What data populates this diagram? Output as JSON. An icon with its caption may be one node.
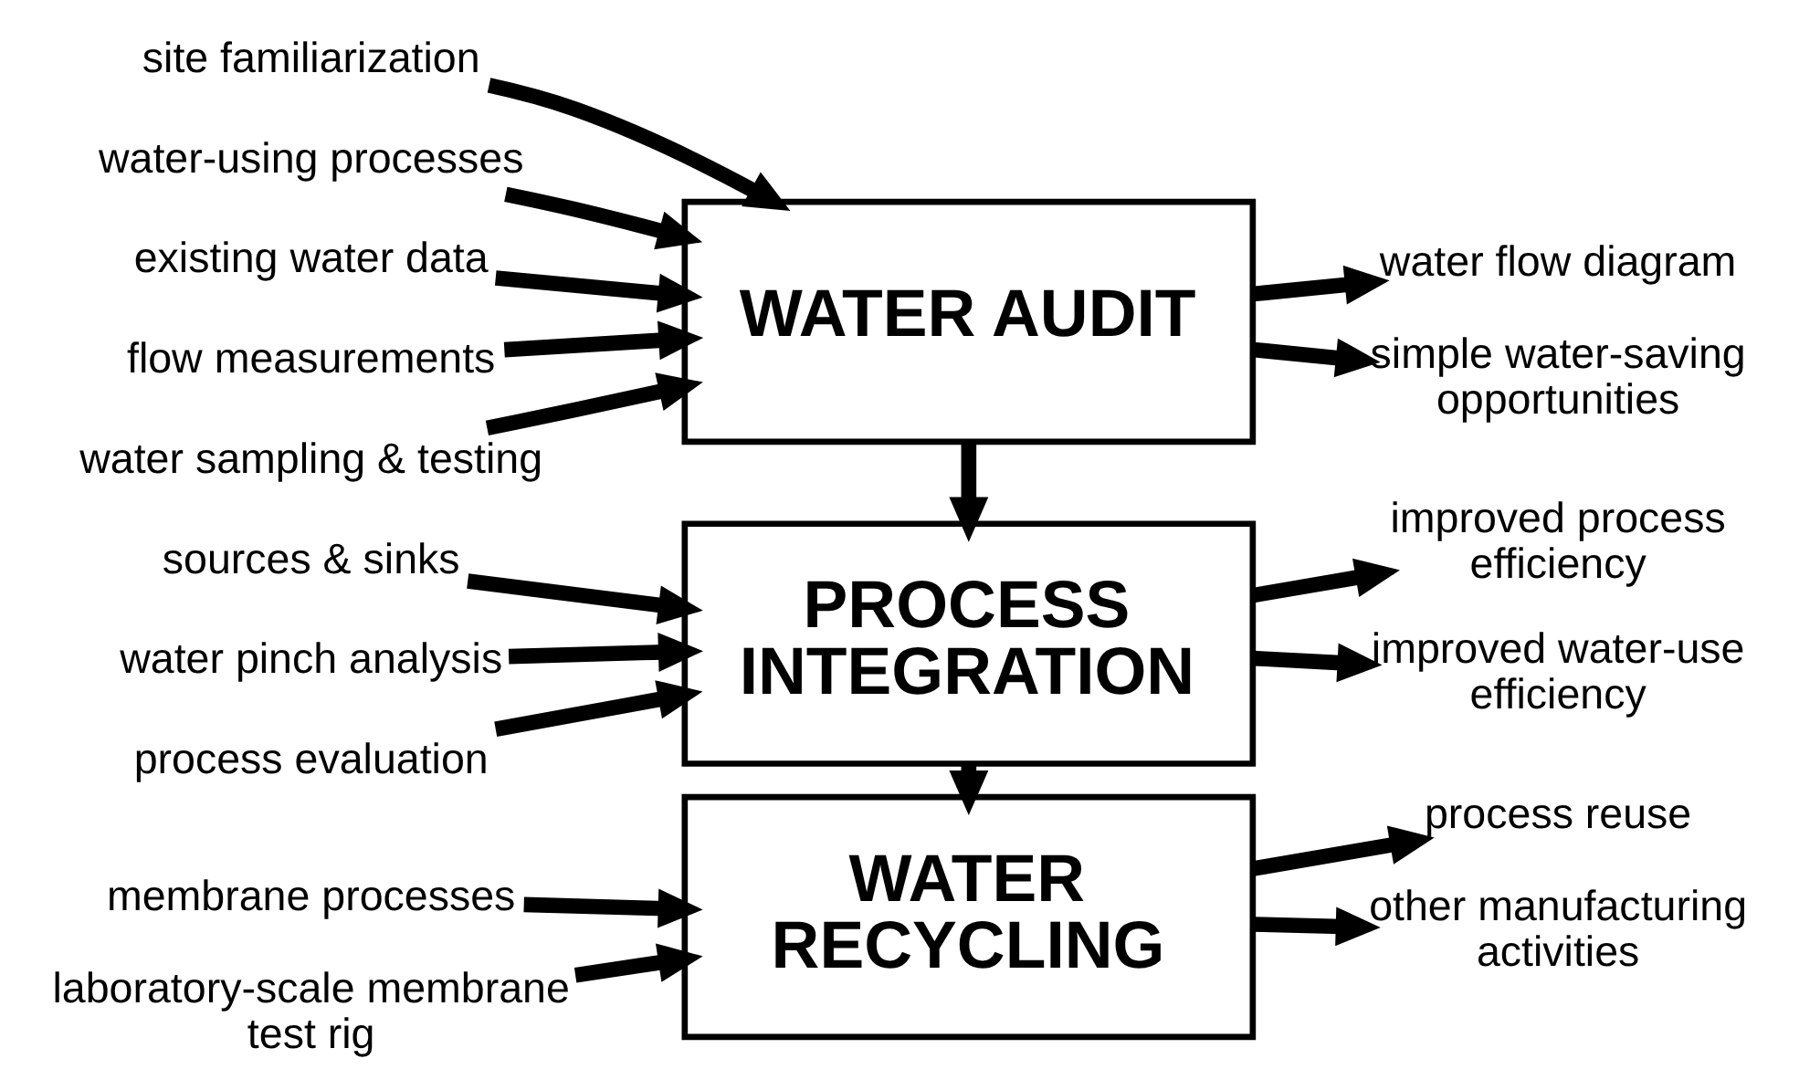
{
  "diagram": {
    "nodes": [
      {
        "text": [
          "site familiarization"
        ]
      },
      {
        "text": [
          "water-using processes"
        ]
      },
      {
        "text": [
          "existing water data"
        ]
      },
      {
        "text": [
          "flow measurements"
        ]
      },
      {
        "text": [
          "water sampling & testing"
        ]
      },
      {
        "text": [
          "WATER AUDIT"
        ]
      },
      {
        "text": [
          "water flow diagram"
        ]
      },
      {
        "text": [
          "simple water-saving opportunities"
        ]
      },
      {
        "text": [
          "sources & sinks"
        ]
      },
      {
        "text": [
          "water pinch analysis"
        ]
      },
      {
        "text": [
          "process evaluation"
        ]
      },
      {
        "text": [
          "PROCESS INTEGRATION"
        ]
      },
      {
        "text": [
          "improved process efficiency"
        ]
      },
      {
        "text": [
          "improved water-use efficiency"
        ]
      },
      {
        "text": [
          "membrane processes"
        ]
      },
      {
        "text": [
          "laboratory-scale membrane test rig"
        ]
      },
      {
        "text": [
          "WATER RECYCLING"
        ]
      },
      {
        "text": [
          "process reuse"
        ]
      },
      {
        "text": [
          "other manufacturing activities"
        ]
      }
    ],
    "edges": [
      {
        "from": 0,
        "to": 5,
        "arrow": "to"
      },
      {
        "from": 1,
        "to": 5,
        "arrow": "to"
      },
      {
        "from": 2,
        "to": 5,
        "arrow": "to"
      },
      {
        "from": 3,
        "to": 5,
        "arrow": "to"
      },
      {
        "from": 4,
        "to": 5,
        "arrow": "to"
      },
      {
        "from": 5,
        "to": 6,
        "arrow": "to"
      },
      {
        "from": 5,
        "to": 7,
        "arrow": "to"
      },
      {
        "from": 5,
        "to": 11,
        "arrow": "to"
      },
      {
        "from": 8,
        "to": 11,
        "arrow": "to"
      },
      {
        "from": 9,
        "to": 11,
        "arrow": "to"
      },
      {
        "from": 10,
        "to": 11,
        "arrow": "to"
      },
      {
        "from": 11,
        "to": 12,
        "arrow": "to"
      },
      {
        "from": 11,
        "to": 13,
        "arrow": "to"
      },
      {
        "from": 11,
        "to": 16,
        "arrow": "to"
      },
      {
        "from": 14,
        "to": 16,
        "arrow": "to"
      },
      {
        "from": 15,
        "to": 16,
        "arrow": "to"
      },
      {
        "from": 16,
        "to": 17,
        "arrow": "to"
      },
      {
        "from": 16,
        "to": 18,
        "arrow": "to"
      }
    ]
  }
}
